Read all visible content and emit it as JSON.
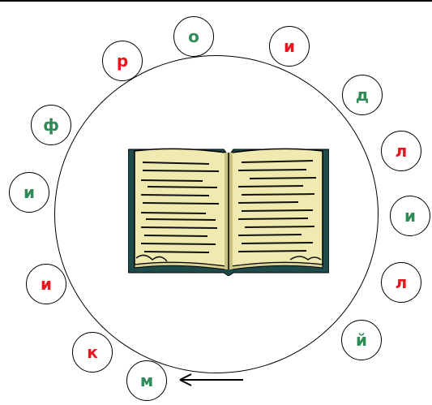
{
  "letters": [
    {
      "char": "о",
      "color": "#2e8b57"
    },
    {
      "char": "и",
      "color": "#e8141e"
    },
    {
      "char": "д",
      "color": "#2e8b57"
    },
    {
      "char": "л",
      "color": "#e8141e"
    },
    {
      "char": "и",
      "color": "#2e8b57"
    },
    {
      "char": "л",
      "color": "#e8141e"
    },
    {
      "char": "й",
      "color": "#2e8b57"
    },
    {
      "char": "м",
      "color": "#2e8b57"
    },
    {
      "char": "к",
      "color": "#e8141e"
    },
    {
      "char": "и",
      "color": "#e8141e"
    },
    {
      "char": "и",
      "color": "#2e8b57"
    },
    {
      "char": "ф",
      "color": "#2e8b57"
    },
    {
      "char": "р",
      "color": "#e8141e"
    }
  ],
  "book": {
    "icon": "open-book-icon",
    "page_color": "#f0eab0",
    "cover_color": "#1f4a4a"
  },
  "arrow": {
    "icon": "arrow-left-icon"
  }
}
